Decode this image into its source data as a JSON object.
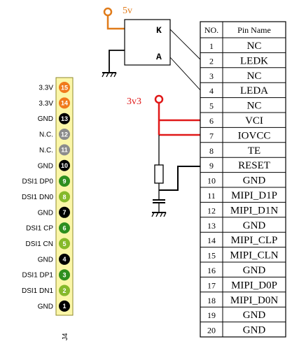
{
  "connector": {
    "label": "J4",
    "pins": [
      {
        "num": "15",
        "label": "3.3V",
        "color": "#f07a1c"
      },
      {
        "num": "14",
        "label": "3.3V",
        "color": "#f07a1c"
      },
      {
        "num": "13",
        "label": "GND",
        "color": "#000000"
      },
      {
        "num": "12",
        "label": "N.C.",
        "color": "#8c8c8c"
      },
      {
        "num": "11",
        "label": "N.C.",
        "color": "#8c8c8c"
      },
      {
        "num": "10",
        "label": "GND",
        "color": "#000000"
      },
      {
        "num": "9",
        "label": "DSI1 DP0",
        "color": "#2e8f1e"
      },
      {
        "num": "8",
        "label": "DSI1 DN0",
        "color": "#86b92a"
      },
      {
        "num": "7",
        "label": "GND",
        "color": "#000000"
      },
      {
        "num": "6",
        "label": "DSI1 CP",
        "color": "#2e8f1e"
      },
      {
        "num": "5",
        "label": "DSI1 CN",
        "color": "#86b92a"
      },
      {
        "num": "4",
        "label": "GND",
        "color": "#000000"
      },
      {
        "num": "3",
        "label": "DSI1 DP1",
        "color": "#2e8f1e"
      },
      {
        "num": "2",
        "label": "DSI1 DN1",
        "color": "#86b92a"
      },
      {
        "num": "1",
        "label": "GND",
        "color": "#000000"
      }
    ]
  },
  "backlight": {
    "supply": "5v",
    "supply_color": "#e07b1a",
    "k": "K",
    "a": "A"
  },
  "power": {
    "label": "3v3",
    "color": "#e01818"
  },
  "table": {
    "header_no": "NO.",
    "header_name": "Pin Name",
    "rows": [
      {
        "no": "1",
        "name": "NC"
      },
      {
        "no": "2",
        "name": "LEDK"
      },
      {
        "no": "3",
        "name": "NC"
      },
      {
        "no": "4",
        "name": "LEDA"
      },
      {
        "no": "5",
        "name": "NC"
      },
      {
        "no": "6",
        "name": "VCI"
      },
      {
        "no": "7",
        "name": "IOVCC"
      },
      {
        "no": "8",
        "name": "TE"
      },
      {
        "no": "9",
        "name": "RESET"
      },
      {
        "no": "10",
        "name": "GND"
      },
      {
        "no": "11",
        "name": "MIPI_D1P"
      },
      {
        "no": "12",
        "name": "MIPI_D1N"
      },
      {
        "no": "13",
        "name": "GND"
      },
      {
        "no": "14",
        "name": "MIPI_CLP"
      },
      {
        "no": "15",
        "name": "MIPI_CLN"
      },
      {
        "no": "16",
        "name": "GND"
      },
      {
        "no": "17",
        "name": "MIPI_D0P"
      },
      {
        "no": "18",
        "name": "MIPI_D0N"
      },
      {
        "no": "19",
        "name": "GND"
      },
      {
        "no": "20",
        "name": "GND"
      }
    ]
  }
}
